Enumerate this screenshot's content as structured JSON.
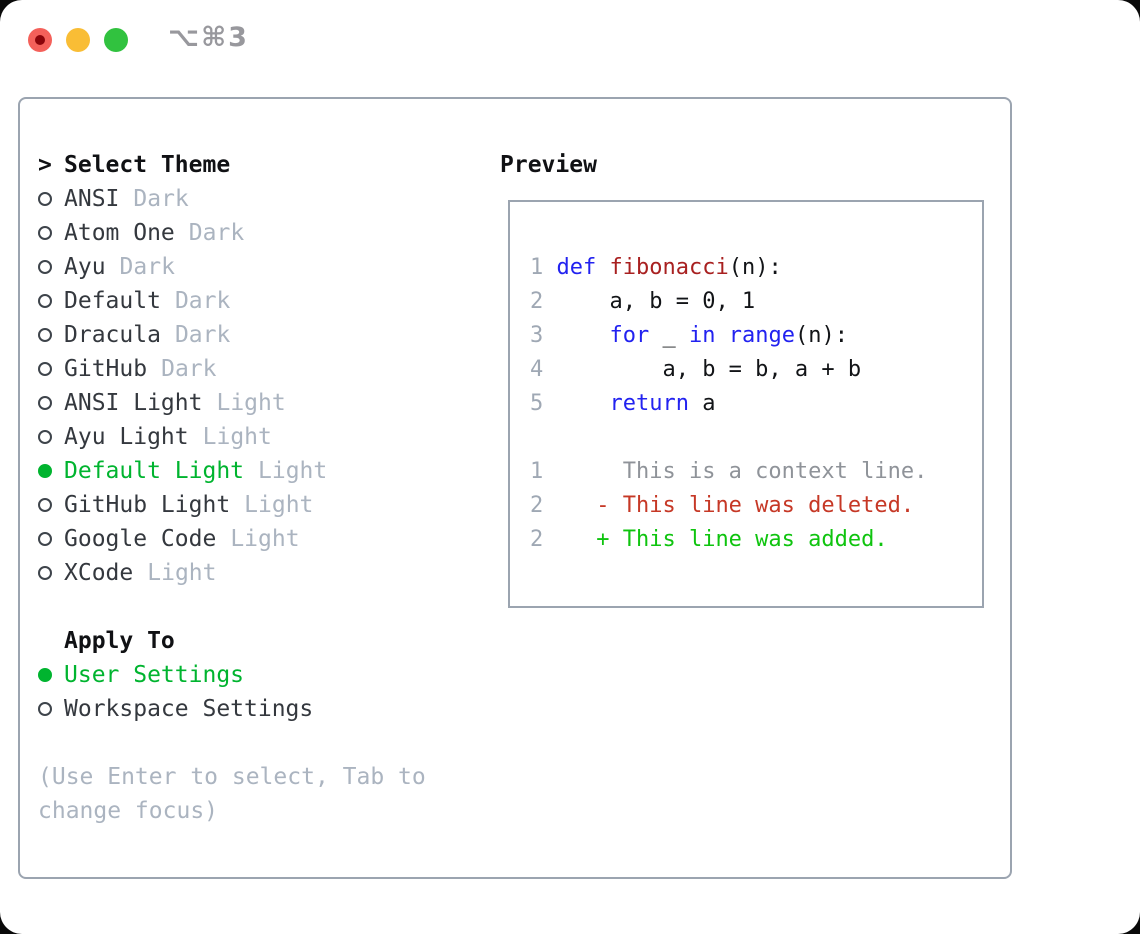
{
  "window": {
    "title_shortcut": "⌥⌘3"
  },
  "theme_picker": {
    "header_prefix": ">",
    "header": "Select Theme",
    "items": [
      {
        "name": "ANSI",
        "tag": "Dark",
        "selected": false
      },
      {
        "name": "Atom One",
        "tag": "Dark",
        "selected": false
      },
      {
        "name": "Ayu",
        "tag": "Dark",
        "selected": false
      },
      {
        "name": "Default",
        "tag": "Dark",
        "selected": false
      },
      {
        "name": "Dracula",
        "tag": "Dark",
        "selected": false
      },
      {
        "name": "GitHub",
        "tag": "Dark",
        "selected": false
      },
      {
        "name": "ANSI Light",
        "tag": "Light",
        "selected": false
      },
      {
        "name": "Ayu Light",
        "tag": "Light",
        "selected": false
      },
      {
        "name": "Default Light",
        "tag": "Light",
        "selected": true
      },
      {
        "name": "GitHub Light",
        "tag": "Light",
        "selected": false
      },
      {
        "name": "Google Code",
        "tag": "Light",
        "selected": false
      },
      {
        "name": "XCode",
        "tag": "Light",
        "selected": false
      }
    ]
  },
  "apply_to": {
    "header": "Apply To",
    "options": [
      {
        "label": "User Settings",
        "selected": true
      },
      {
        "label": "Workspace Settings",
        "selected": false
      }
    ]
  },
  "help": {
    "line1": "(Use Enter to select, Tab to",
    "line2": "change focus)"
  },
  "preview": {
    "title": "Preview",
    "code_lines": [
      {
        "num": "1",
        "segments": [
          {
            "text": "def ",
            "style": "kw"
          },
          {
            "text": "fibonacci",
            "style": "fn"
          },
          {
            "text": "(n):",
            "style": "plain"
          }
        ]
      },
      {
        "num": "2",
        "segments": [
          {
            "text": "    a, b = 0, 1",
            "style": "plain"
          }
        ]
      },
      {
        "num": "3",
        "segments": [
          {
            "text": "    ",
            "style": "plain"
          },
          {
            "text": "for",
            "style": "kw"
          },
          {
            "text": " _ ",
            "style": "plain"
          },
          {
            "text": "in",
            "style": "kw"
          },
          {
            "text": " ",
            "style": "plain"
          },
          {
            "text": "range",
            "style": "kw"
          },
          {
            "text": "(n):",
            "style": "plain"
          }
        ]
      },
      {
        "num": "4",
        "segments": [
          {
            "text": "        a, b = b, a + b",
            "style": "plain"
          }
        ]
      },
      {
        "num": "5",
        "segments": [
          {
            "text": "    ",
            "style": "plain"
          },
          {
            "text": "return",
            "style": "kw"
          },
          {
            "text": " a",
            "style": "plain"
          }
        ]
      }
    ],
    "diff_lines": [
      {
        "num": "1",
        "segments": [
          {
            "text": "     This is a context line.",
            "style": "context"
          }
        ]
      },
      {
        "num": "2",
        "segments": [
          {
            "text": "   - This line was deleted.",
            "style": "deleted"
          }
        ]
      },
      {
        "num": "2",
        "segments": [
          {
            "text": "   + This line was added.",
            "style": "added"
          }
        ]
      }
    ]
  },
  "colors": {
    "accent_green": "#00b42f",
    "traffic_red": "#f4605a",
    "traffic_red_dot": "#8b040a",
    "traffic_yellow": "#f9bd35",
    "traffic_green": "#31c23f",
    "border_gray": "#9ba4b0",
    "keyword_blue": "#2222f0",
    "function_red": "#a82020",
    "deleted_red": "#c63826",
    "added_green": "#0fc40f",
    "context_gray": "#8f9399",
    "line_number_gray": "#9fa8b4",
    "muted_tag_gray": "#abb4c0",
    "ring_gray": "#3e444b",
    "text_dark": "#34383e",
    "heading_black": "#101114",
    "title_gray": "#98989d"
  }
}
